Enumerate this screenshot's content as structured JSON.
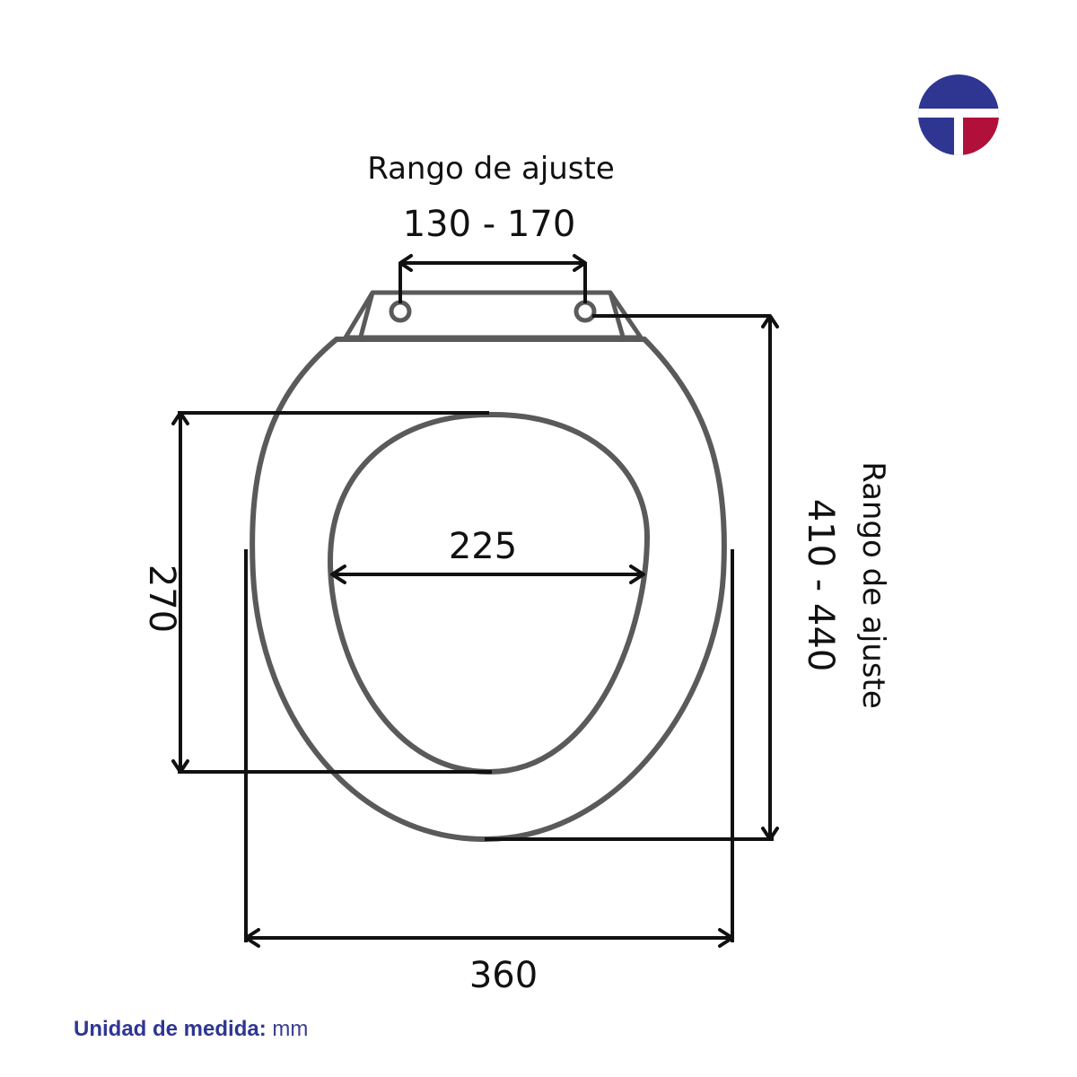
{
  "diagram": {
    "hinge_label": "Rango de ajuste",
    "hinge_value": "130 - 170",
    "inner_width": "225",
    "inner_length": "270",
    "outer_width": "360",
    "outer_length_label": "Rango de ajuste",
    "outer_length_value": "410 - 440"
  },
  "footer": {
    "label": "Unidad de medida:",
    "unit": "mm"
  },
  "logo": {
    "icon": "brand-logo-icon",
    "colors": {
      "top": "#2e3692",
      "bottom_right": "#b0103a",
      "stripe": "#ffffff"
    }
  },
  "colors": {
    "outline": "#5a5a5a",
    "dimension": "#111111",
    "footer_text": "#2e3692"
  }
}
